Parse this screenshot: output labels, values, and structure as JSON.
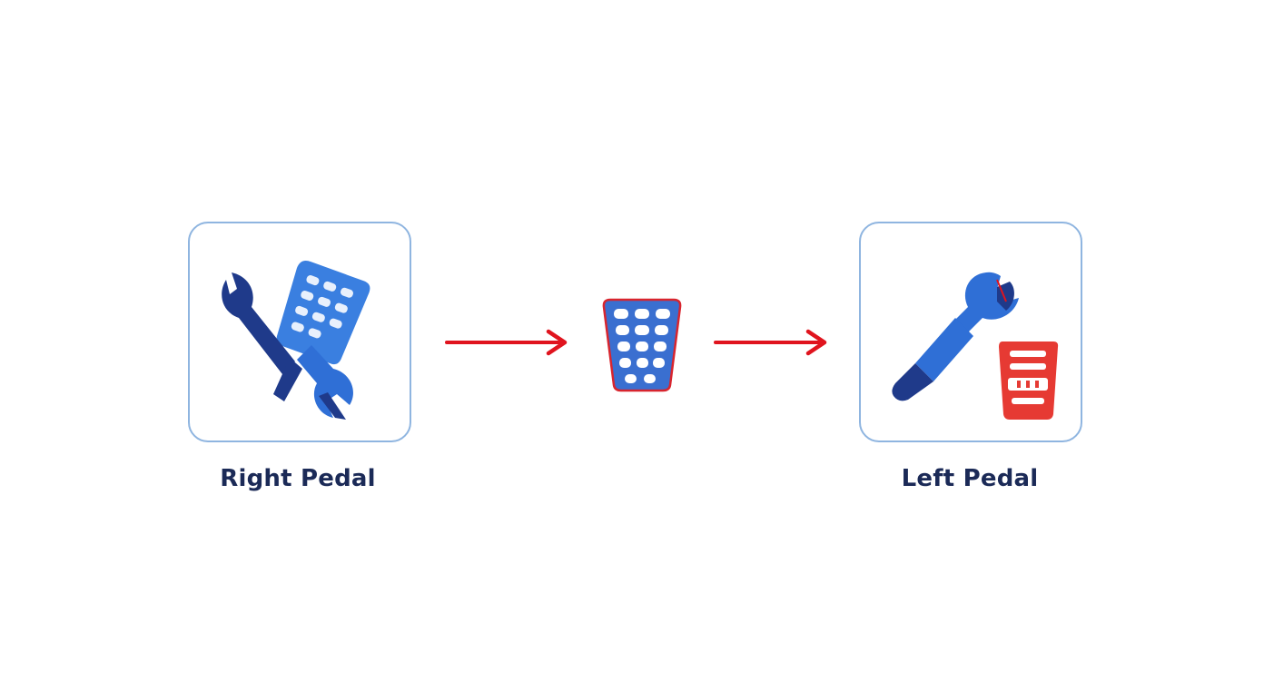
{
  "nodes": [
    {
      "id": "right",
      "label": "Right Pedal",
      "icon": "wrench-and-pedal-icon"
    },
    {
      "id": "pedal",
      "label": "",
      "icon": "pedal-pad-icon"
    },
    {
      "id": "left",
      "label": "Left Pedal",
      "icon": "wrench-and-red-pedal-icon"
    }
  ],
  "colors": {
    "navy": "#1f3a8a",
    "blue": "#2f6fd6",
    "card_border": "#8fb5e0",
    "arrow_red": "#e0141e",
    "label_text": "#1b2a57"
  }
}
